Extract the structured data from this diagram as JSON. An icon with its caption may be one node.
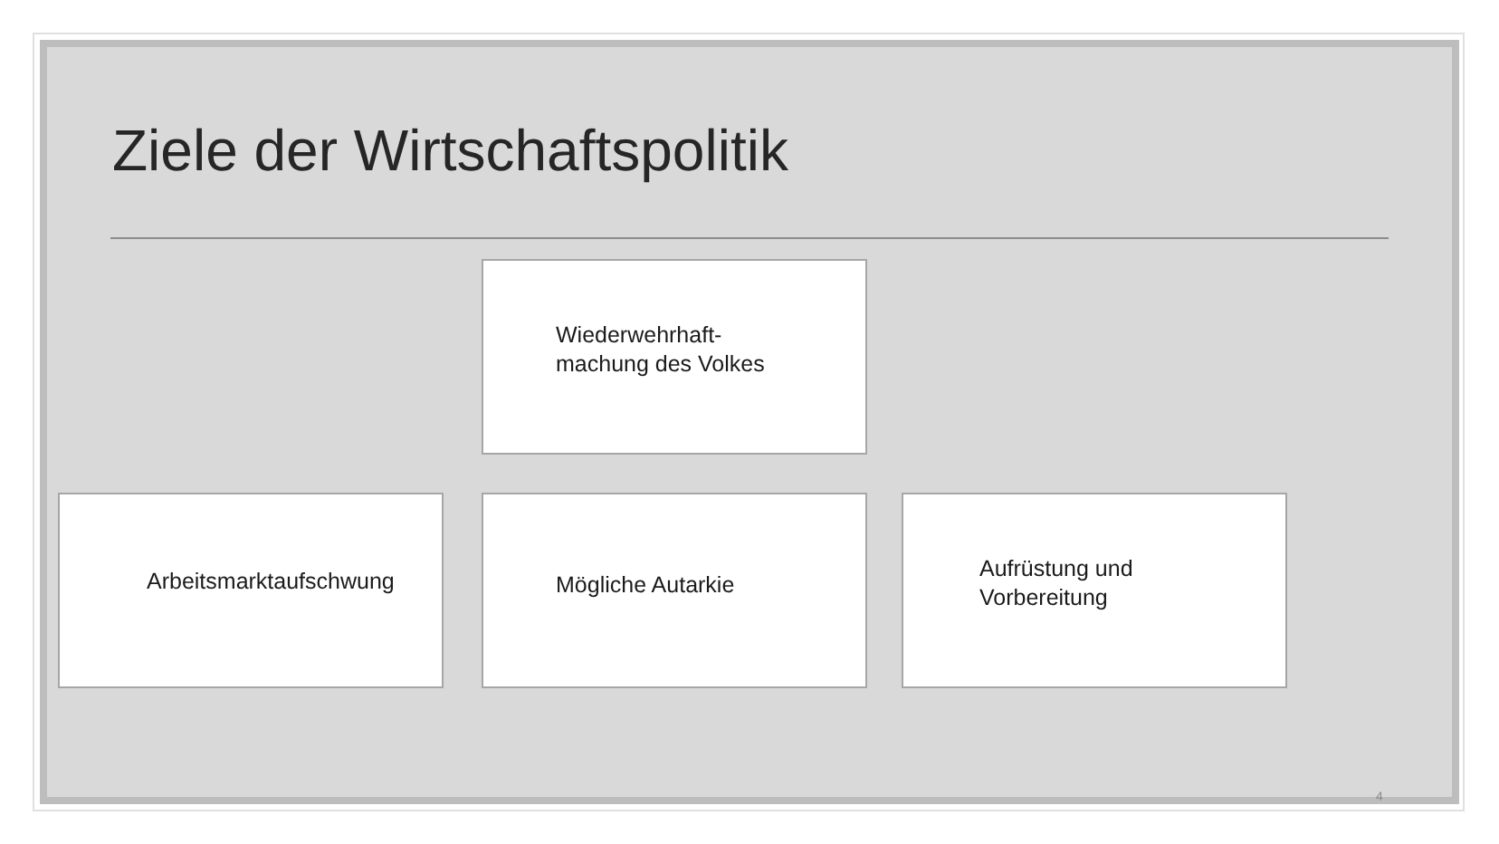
{
  "diagram": {
    "title": "Ziele der Wirtschaftspolitik",
    "nodes": [
      {
        "text": [
          "Wiederwehrhaft- machung des Volkes"
        ]
      },
      {
        "text": [
          "Arbeitsmarktaufschwung"
        ]
      },
      {
        "text": [
          "Mögliche Autarkie"
        ]
      },
      {
        "text": [
          "Aufrüstung und Vorbereitung"
        ]
      }
    ],
    "edges": [],
    "labels": [
      "4"
    ]
  }
}
